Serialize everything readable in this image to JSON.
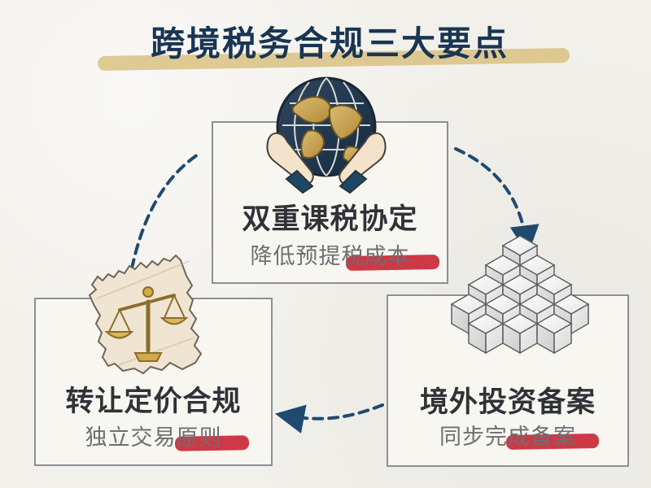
{
  "title": "跨境税务合规三大要点",
  "cards": {
    "top": {
      "title": "双重课税协定",
      "subtitle": "降低预提税成本",
      "icon": "globe-in-hands-icon"
    },
    "left": {
      "title": "转让定价合规",
      "subtitle": "独立交易原则",
      "icon": "justice-scale-icon"
    },
    "right": {
      "title": "境外投资备案",
      "subtitle": "同步完成备案",
      "icon": "stacked-blocks-icon"
    }
  },
  "colors": {
    "navy": "#193554",
    "gold": "#d6b86f",
    "red_highlight": "#c92836",
    "gray_border": "#8d8f94"
  }
}
